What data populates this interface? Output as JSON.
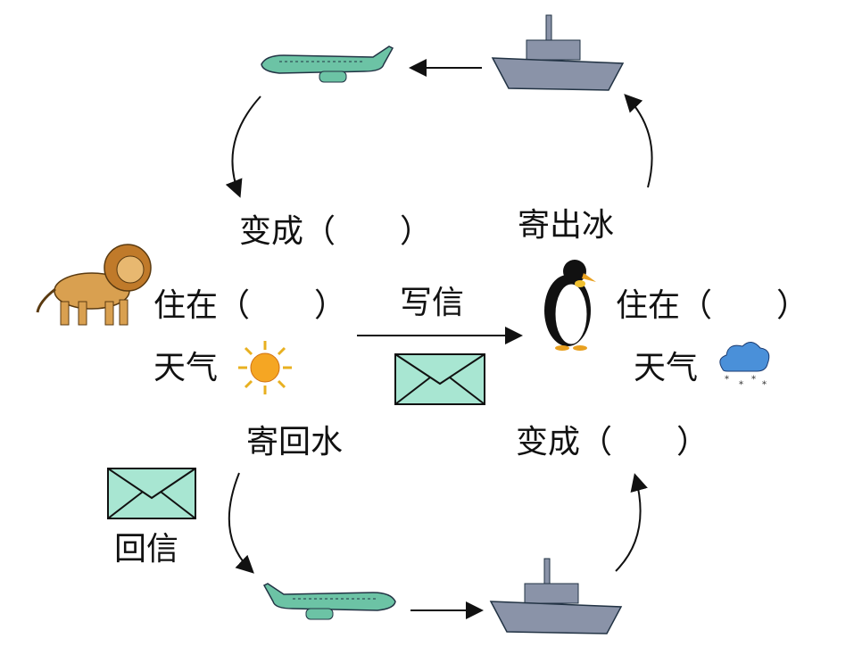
{
  "labels": {
    "top_left_become": "变成（　　）",
    "top_right_send_ice": "寄出冰",
    "left_live_in": "住在（　　）",
    "write_letter": "写信",
    "right_live_in": "住在（　　）",
    "left_weather": "天气",
    "right_weather": "天气",
    "send_back_water": "寄回水",
    "bottom_right_become": "变成（　　）",
    "reply_letter": "回信"
  },
  "colors": {
    "plane": "#6cc3a5",
    "ship": "#8a93a8",
    "envelope": "#a8e6d2",
    "sun": "#f5a623",
    "cloud": "#4a90d9",
    "lion": "#d9a050"
  }
}
